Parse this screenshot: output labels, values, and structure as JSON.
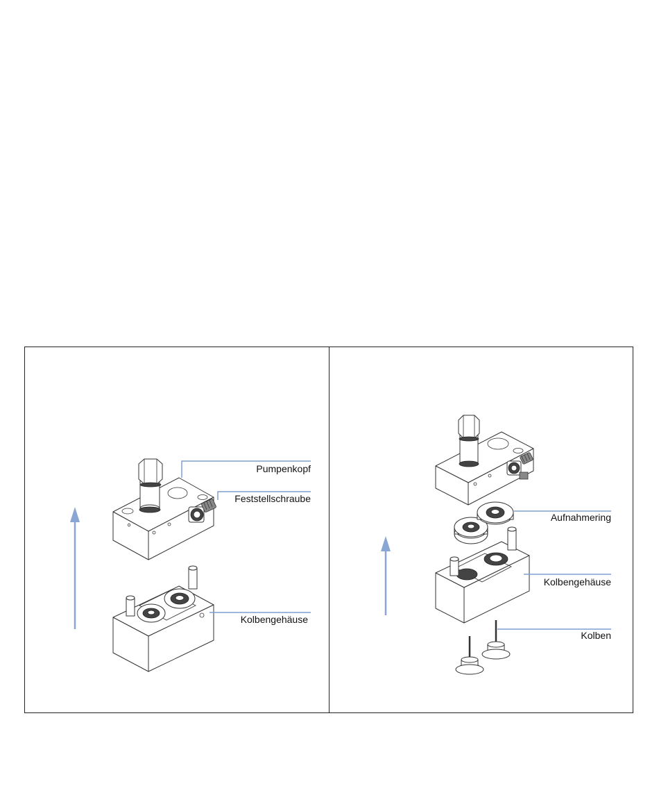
{
  "figure": {
    "left_panel": {
      "labels": {
        "pump_head": "Pumpenkopf",
        "lock_screw": "Feststellschraube",
        "plunger_housing": "Kolbengehäuse"
      }
    },
    "right_panel": {
      "labels": {
        "support_ring": "Aufnahmering",
        "plunger_housing": "Kolbengehäuse",
        "plunger": "Kolben"
      }
    },
    "colors": {
      "leader_line": "#7f9fcf",
      "arrow": "#8aa6d4",
      "frame": "#222222"
    }
  }
}
